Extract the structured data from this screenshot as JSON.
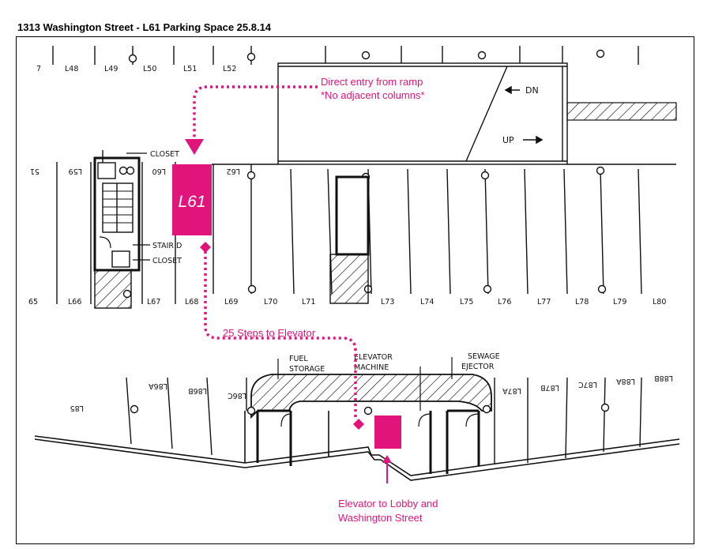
{
  "title": "1313 Washington Street - L61 Parking Space 25.8.14",
  "colors": {
    "accent": "#e0147a",
    "ink": "#111111"
  },
  "highlight_space": "L61",
  "annotations": {
    "entry_line1": "Direct entry from ramp",
    "entry_line2": "*No adjacent columns*",
    "steps": "25 Steps to Elevator",
    "elevator_line1": "Elevator to Lobby and",
    "elevator_line2": "Washington Street"
  },
  "ramp": {
    "down": "DN",
    "up": "UP"
  },
  "rooms": {
    "closet_top": "CLOSET",
    "stair": "STAIR D",
    "closet_bottom": "CLOSET",
    "fuel_line1": "FUEL",
    "fuel_line2": "STORAGE",
    "elev_line1": "ELEVATOR",
    "elev_line2": "MACHINE",
    "sewage_line1": "SEWAGE",
    "sewage_line2": "EJECTOR"
  },
  "spaces": {
    "top_row": [
      "7",
      "L48",
      "L49",
      "L50",
      "L51",
      "L52"
    ],
    "middle_upper": [
      "51",
      "L59",
      "L60",
      "L62"
    ],
    "middle_lower": [
      "65",
      "L66",
      "L67",
      "L68",
      "L69",
      "L70",
      "L71",
      "L73",
      "L74",
      "L75",
      "L76",
      "L77",
      "L78",
      "L79",
      "L80"
    ],
    "bottom_row": [
      "L85",
      "L86A",
      "L86B",
      "L86C",
      "L87A",
      "L87B",
      "L87C",
      "L88A",
      "L88B"
    ]
  }
}
